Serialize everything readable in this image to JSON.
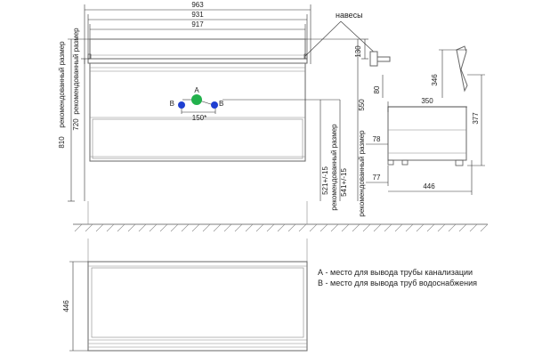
{
  "front_view": {
    "width_labels": [
      "963",
      "931",
      "917"
    ],
    "height_labels": [
      "810",
      "720",
      "550"
    ],
    "vertical_notes": [
      "рекомендованный размер",
      "рекомендованный размер",
      "рекомендованный размер",
      "рекомендованный размер"
    ],
    "floor_offsets": [
      "521+/-15",
      "541+/-15"
    ],
    "pipe_labels": {
      "a": "A",
      "b_left": "B",
      "b_right": "B"
    },
    "angle_label": "150*",
    "hinges_label": "навесы"
  },
  "side_view": {
    "dims": [
      "130",
      "346",
      "80",
      "350",
      "377",
      "78",
      "77",
      "446"
    ]
  },
  "top_view": {
    "depth_label": "446"
  },
  "legend": {
    "a_text": "А - место для вывода трубы канализации",
    "b_text": "В - место для вывода труб водоснабжения"
  },
  "colors": {
    "drain_point": "#22b14c",
    "supply_point": "#1f3fd1",
    "line": "#555555"
  }
}
